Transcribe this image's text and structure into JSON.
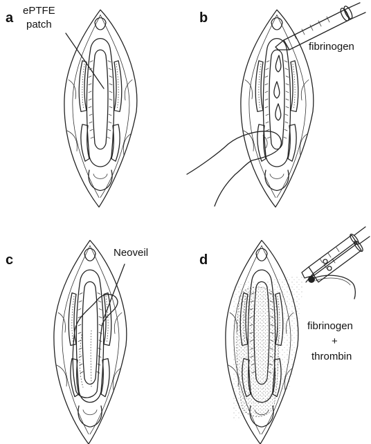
{
  "panels": [
    {
      "letter": "a",
      "labels": [
        "ePTFE",
        "patch"
      ]
    },
    {
      "letter": "b",
      "labels": [
        "fibrinogen"
      ]
    },
    {
      "letter": "c",
      "labels": [
        "Neoveil"
      ]
    },
    {
      "letter": "d",
      "labels": [
        "fibrinogen",
        "+",
        "thrombin"
      ]
    }
  ],
  "colors": {
    "ink": "#222222",
    "background": "#ffffff",
    "spray_stipple": "#555555"
  }
}
